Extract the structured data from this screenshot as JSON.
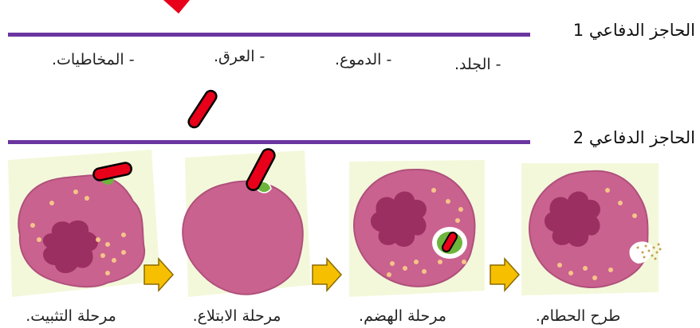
{
  "barrier1": {
    "title": "الحاجز الدفاعي 1",
    "items": [
      "- الجلد.",
      "- الدموع.",
      "- العرق.",
      "- المخاطيات."
    ]
  },
  "barrier2": {
    "title": "الحاجز الدفاعي 2"
  },
  "stages": [
    "مرحلة التثبيت.",
    "مرحلة الابتلاع.",
    "مرحلة الهضم.",
    "طرح الحطام."
  ],
  "colors": {
    "line": "#6b35a0",
    "cell": "#c9628f",
    "nucleus": "#9c2f61",
    "bacterium": "#e8001a",
    "arrow": "#f6c000",
    "background_patch": "#f3f8da"
  }
}
